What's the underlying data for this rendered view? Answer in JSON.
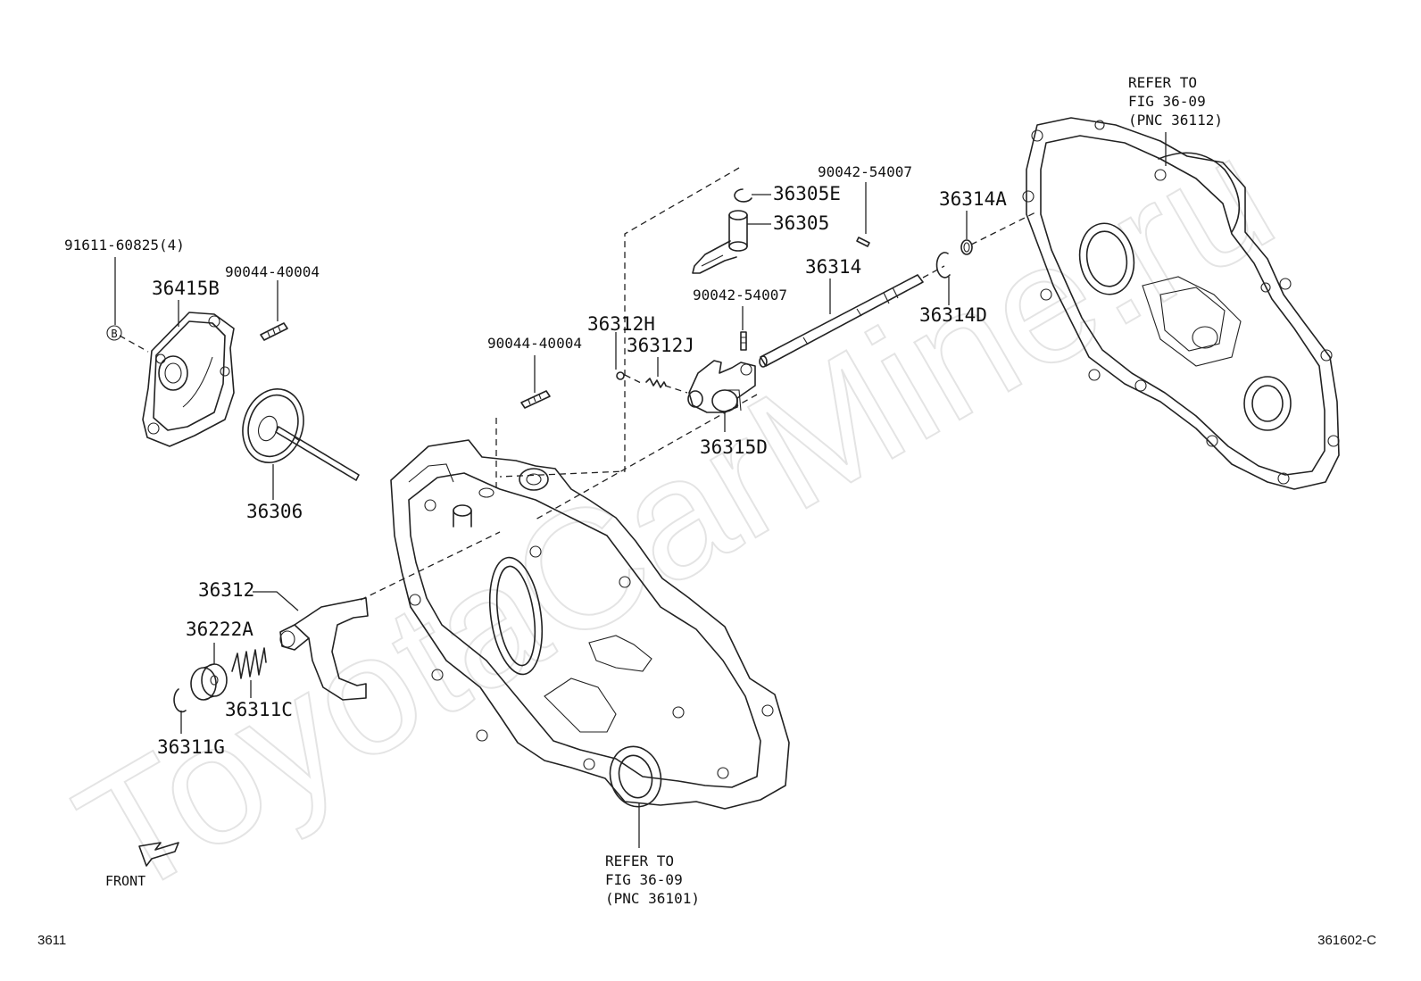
{
  "watermark": "ToyotaCarMine.ru",
  "labels": {
    "p91611": "91611-60825(4)",
    "p36415B": "36415B",
    "p90044a": "90044-40004",
    "p36306": "36306",
    "p90044b": "90044-40004",
    "p36312H": "36312H",
    "p36312J": "36312J",
    "p36305E": "36305E",
    "p36305": "36305",
    "p90042a": "90042-54007",
    "p36314": "36314",
    "p90042b": "90042-54007",
    "p36315D": "36315D",
    "p36314A": "36314A",
    "p36314D": "36314D",
    "p36312": "36312",
    "p36222A": "36222A",
    "p36311C": "36311C",
    "p36311G": "36311G"
  },
  "marker_b": "B",
  "ref_top": {
    "line1": "REFER TO",
    "line2": "FIG 36-09",
    "line3": "(PNC 36112)"
  },
  "ref_bottom": {
    "line1": "REFER TO",
    "line2": "FIG 36-09",
    "line3": "(PNC 36101)"
  },
  "front_label": "FRONT",
  "page_code": "3611",
  "figure_code": "361602-C"
}
